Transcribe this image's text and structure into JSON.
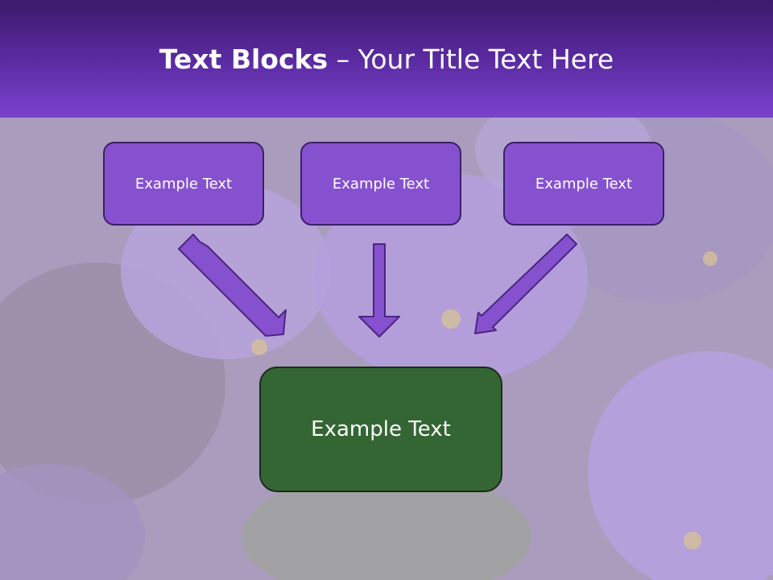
{
  "title": {
    "bold": "Text Blocks",
    "rest": " – Your Title Text Here"
  },
  "blocks": [
    {
      "label": "Example Text"
    },
    {
      "label": "Example Text"
    },
    {
      "label": "Example Text"
    }
  ],
  "main_block": {
    "label": "Example Text"
  },
  "colors": {
    "header_top": "#3b1a6b",
    "header_bottom": "#7a43cd",
    "block_fill": "#8651cf",
    "block_border": "#3c1f68",
    "main_fill": "#336633",
    "arrow_fill": "#8651cf"
  }
}
